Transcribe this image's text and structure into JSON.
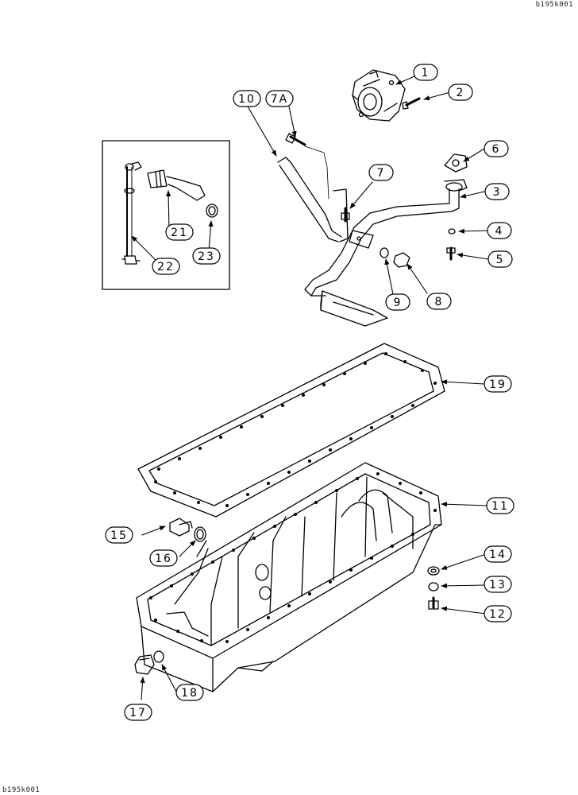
{
  "drawing_code_top": "b195k001",
  "drawing_code_bottom": "b195k001",
  "callouts": [
    "1",
    "2",
    "3",
    "4",
    "5",
    "6",
    "7",
    "7A",
    "8",
    "9",
    "10",
    "11",
    "12",
    "13",
    "14",
    "15",
    "16",
    "17",
    "18",
    "19",
    "21",
    "22",
    "23"
  ],
  "colors": {
    "ink": "#000000",
    "paper": "#ffffff"
  }
}
